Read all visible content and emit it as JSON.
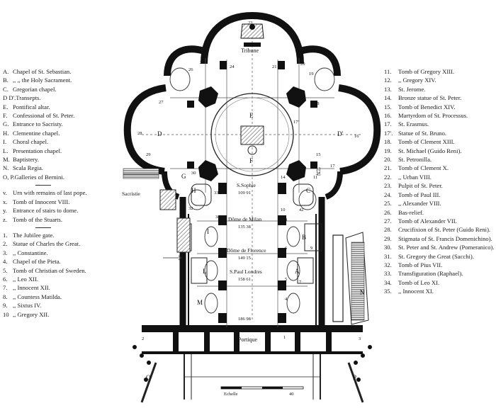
{
  "plan": {
    "tribune_label": "Tribune",
    "sacristie_label": "Sacristie",
    "portique_label": "Portique",
    "echelle_label": "Echelle",
    "scale_end_label": "40",
    "churches": [
      {
        "name": "S.Sophie",
        "dims": "109 91"
      },
      {
        "name": "Dôme de Milan",
        "dims": "135 38"
      },
      {
        "name": "Dôme de Florence",
        "dims": "149 15"
      },
      {
        "name": "S.Paul Londres",
        "dims": "158 61"
      },
      {
        "name": "",
        "dims": "186 98"
      }
    ],
    "letters": [
      "A",
      "B",
      "C",
      "D",
      "D'",
      "E",
      "F",
      "G",
      "H",
      "I",
      "L",
      "M",
      "N",
      "O",
      "P"
    ],
    "numbers": [
      "1",
      "2",
      "3",
      "4",
      "5",
      "6",
      "7",
      "8",
      "9",
      "10",
      "11",
      "12",
      "13",
      "14",
      "15",
      "16",
      "17",
      "17'",
      "18",
      "19",
      "20",
      "21",
      "22",
      "23",
      "24",
      "25",
      "26",
      "27",
      "28",
      "29",
      "30",
      "31",
      "32",
      "33",
      "34",
      "35",
      "42",
      "43",
      "45"
    ]
  },
  "legend_left_letters": [
    {
      "k": "A.",
      "v": "Chapel of St. Sebastian."
    },
    {
      "k": "B.",
      "v": ",,   ,, the Holy Sacrament."
    },
    {
      "k": "C.",
      "v": "Gregorian chapel."
    },
    {
      "k": "D D'.",
      "v": "Transepts."
    },
    {
      "k": "E.",
      "v": "Pontifical altar."
    },
    {
      "k": "F.",
      "v": "Confessional of St. Peter."
    },
    {
      "k": "G.",
      "v": "Entrance to Sacristy."
    },
    {
      "k": "H.",
      "v": "Clementine chapel."
    },
    {
      "k": "I.",
      "v": "Choral chapel."
    },
    {
      "k": "L.",
      "v": "Presentation chapel."
    },
    {
      "k": "M.",
      "v": "Baptistery."
    },
    {
      "k": "N.",
      "v": "Scala Regia."
    },
    {
      "k": "O, P.",
      "v": "Galleries of Bernini."
    }
  ],
  "legend_left_symbols": [
    {
      "k": "v.",
      "v": "Urn with remains of last pope."
    },
    {
      "k": "x.",
      "v": "Tomb of Innocent VIII."
    },
    {
      "k": "y.",
      "v": "Entrance of stairs to dome."
    },
    {
      "k": "z.",
      "v": "Tomb of the Stuarts."
    }
  ],
  "legend_left_numbers": [
    {
      "k": "1.",
      "v": "The Jubilee gate."
    },
    {
      "k": "2.",
      "v": "Statue of Charles the Great."
    },
    {
      "k": "3.",
      "v": ",,         Constantine."
    },
    {
      "k": "4.",
      "v": "Chapel of the Pieta."
    },
    {
      "k": "5.",
      "v": "Tomb of Christian of Sweden."
    },
    {
      "k": "6.",
      "v": ",,    Leo XII."
    },
    {
      "k": "7.",
      "v": ",,    Innocent XII."
    },
    {
      "k": "8.",
      "v": ",,    Countess Matilda."
    },
    {
      "k": "9.",
      "v": ",,    Sixtus IV."
    },
    {
      "k": "10",
      "v": ",,    Gregory XII."
    }
  ],
  "legend_right": [
    {
      "k": "11.",
      "v": "Tomb of Gregory XIII."
    },
    {
      "k": "12.",
      "v": ",,      Gregory XIV."
    },
    {
      "k": "13.",
      "v": "St. Jerome."
    },
    {
      "k": "14.",
      "v": "Bronze statue of St. Peter."
    },
    {
      "k": "15.",
      "v": "Tomb of Benedict XIV."
    },
    {
      "k": "16.",
      "v": "Martyrdom of St. Processus."
    },
    {
      "k": "17.",
      "v": "St. Erasmus."
    },
    {
      "k": "17'.",
      "v": "Statue of St. Bruno."
    },
    {
      "k": "18.",
      "v": "Tomb of Clement XIII."
    },
    {
      "k": "19.",
      "v": "St. Michael (Guido Reni)."
    },
    {
      "k": "20.",
      "v": "St. Petronilla."
    },
    {
      "k": "21.",
      "v": "Tomb of Clement X."
    },
    {
      "k": "22.",
      "v": ",,      Urban VIII."
    },
    {
      "k": "23.",
      "v": "Pulpit of St. Peter."
    },
    {
      "k": "24.",
      "v": "Tomb of Paul III."
    },
    {
      "k": "25.",
      "v": ",,      Alexander VIII."
    },
    {
      "k": "26.",
      "v": "Bas-relief."
    },
    {
      "k": "27.",
      "v": "Tomb of Alexander VII."
    },
    {
      "k": "28.",
      "v": "Crucifixion of St. Peter (Guido Reni)."
    },
    {
      "k": "29.",
      "v": "Stigmata of St. Francis Domenichino)."
    },
    {
      "k": "30.",
      "v": "St. Peter and St. Andrew (Pomeranico)."
    },
    {
      "k": "31.",
      "v": "St. Gregory the Great (Sacchi)."
    },
    {
      "k": "32.",
      "v": "Tomb of Pius VII."
    },
    {
      "k": "33.",
      "v": "Transfiguration (Raphael)."
    },
    {
      "k": "34.",
      "v": "Tomb of Leo XI."
    },
    {
      "k": "35.",
      "v": ",,      Innocent XI."
    }
  ]
}
